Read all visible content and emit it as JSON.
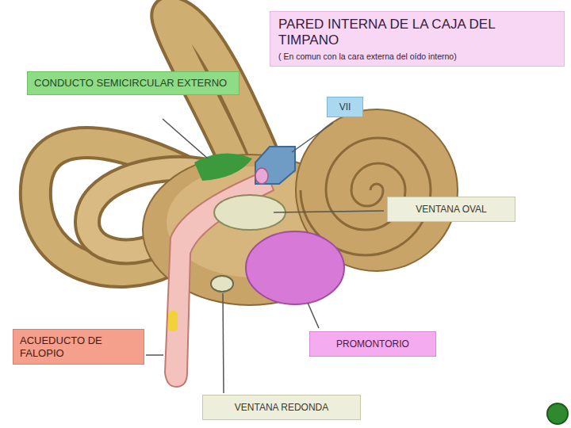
{
  "diagram": {
    "nodes": [
      {
        "text": [
          "PARED INTERNA DE LA CAJA DEL TIMPANO",
          "( En comun con la cara externa del oído interno)"
        ]
      },
      {
        "text": [
          "CONDUCTO SEMICIRCULAR EXTERNO"
        ]
      },
      {
        "text": [
          "VII"
        ]
      },
      {
        "text": [
          "VENTANA OVAL"
        ]
      },
      {
        "text": [
          "ACUEDUCTO DE FALOPIO"
        ]
      },
      {
        "text": [
          "PROMONTORIO"
        ]
      },
      {
        "text": [
          "VENTANA REDONDA"
        ]
      }
    ]
  }
}
